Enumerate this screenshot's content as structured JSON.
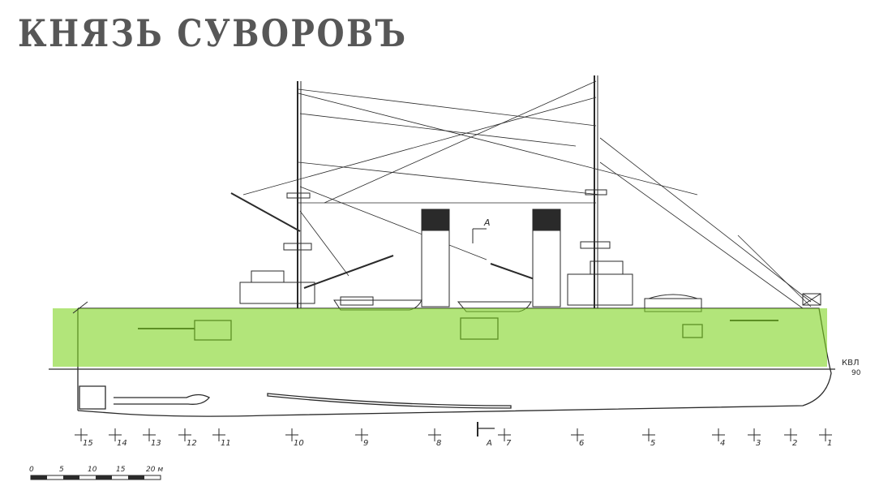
{
  "title": "КНЯЗЬ СУВОРОВЪ",
  "section_marker": "A",
  "waterline_label": "КВЛ",
  "draught_label": "90",
  "frames": [
    "15",
    "14",
    "13",
    "12",
    "11",
    "10",
    "9",
    "8",
    "A",
    "7",
    "6",
    "5",
    "4",
    "3",
    "2",
    "1"
  ],
  "scale": {
    "ticks": [
      "0",
      "5",
      "10",
      "15",
      "20 м"
    ]
  },
  "highlight": {
    "color": "#7ed321",
    "opacity": 0.6
  },
  "colors": {
    "ink": "#2a2a2a",
    "paper": "#ffffff"
  }
}
